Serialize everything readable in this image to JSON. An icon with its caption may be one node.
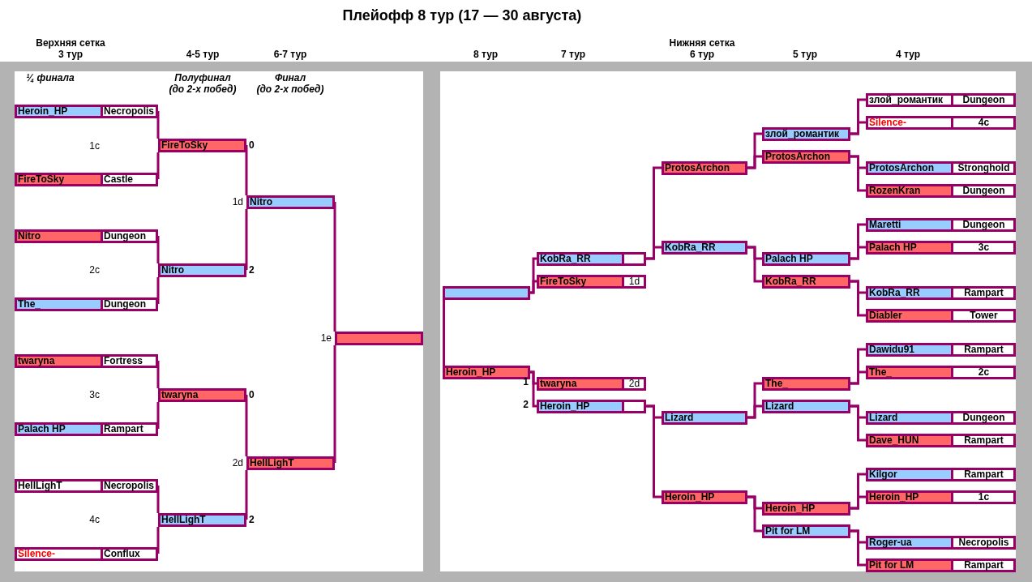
{
  "diagram": {
    "title": "Плейофф 8 тур (17 — 30 августа)",
    "nodes": [
      {
        "text": [
          "Heroin_HP",
          "Necropolis"
        ]
      },
      {
        "text": [
          "FireToSky",
          "Castle"
        ]
      },
      {
        "text": [
          "Nitro",
          "Dungeon"
        ]
      },
      {
        "text": [
          "The_",
          "Dungeon"
        ]
      },
      {
        "text": [
          "twaryna",
          "Fortress"
        ]
      },
      {
        "text": [
          "Palach HP",
          "Rampart"
        ]
      },
      {
        "text": [
          "HellLighT",
          "Necropolis"
        ]
      },
      {
        "text": [
          "Silence-",
          "Conflux"
        ]
      },
      {
        "text": [
          "FireToSky"
        ],
        "beside": [
          "0"
        ]
      },
      {
        "text": [
          "Nitro"
        ],
        "beside": [
          "2"
        ]
      },
      {
        "text": [
          "twaryna"
        ],
        "beside": [
          "0"
        ]
      },
      {
        "text": [
          "HellLighT"
        ],
        "beside": [
          "2"
        ]
      },
      {
        "text": [
          "Nitro"
        ],
        "beside": [
          "1d"
        ]
      },
      {
        "text": [
          "HellLighT"
        ],
        "beside": [
          "2d"
        ]
      },
      {
        "text": [],
        "shape": "bar",
        "beside": [
          "1e"
        ]
      },
      {
        "text": [],
        "shape": "bar"
      },
      {
        "text": [
          "Heroin_HP"
        ]
      },
      {
        "text": [
          "KobRa_RR"
        ]
      },
      {
        "text": [
          "FireToSky",
          "1d"
        ]
      },
      {
        "text": [
          "twaryna",
          "2d"
        ]
      },
      {
        "text": [
          "Heroin_HP"
        ]
      },
      {
        "text": [
          "ProtosArchon"
        ]
      },
      {
        "text": [
          "KobRa_RR"
        ]
      },
      {
        "text": [
          "Lizard"
        ]
      },
      {
        "text": [
          "Heroin_HP"
        ]
      },
      {
        "text": [
          "злой_романтик"
        ]
      },
      {
        "text": [
          "ProtosArchon"
        ]
      },
      {
        "text": [
          "Palach HP"
        ]
      },
      {
        "text": [
          "KobRa_RR"
        ]
      },
      {
        "text": [
          "The_"
        ]
      },
      {
        "text": [
          "Lizard"
        ]
      },
      {
        "text": [
          "Heroin_HP"
        ]
      },
      {
        "text": [
          "Pit for LM"
        ]
      },
      {
        "text": [
          "злой_романтик",
          "Dungeon"
        ]
      },
      {
        "text": [
          "Silence-",
          "4c"
        ]
      },
      {
        "text": [
          "ProtosArchon",
          "Stronghold"
        ]
      },
      {
        "text": [
          "RozenKran",
          "Dungeon"
        ]
      },
      {
        "text": [
          "Maretti",
          "Dungeon"
        ]
      },
      {
        "text": [
          "Palach HP",
          "3c"
        ]
      },
      {
        "text": [
          "KobRa_RR",
          "Rampart"
        ]
      },
      {
        "text": [
          "Diabler",
          "Tower"
        ]
      },
      {
        "text": [
          "Dawidu91",
          "Rampart"
        ]
      },
      {
        "text": [
          "The_",
          "2c"
        ]
      },
      {
        "text": [
          "Lizard",
          "Dungeon"
        ]
      },
      {
        "text": [
          "Dave_HUN",
          "Rampart"
        ]
      },
      {
        "text": [
          "Kilgor",
          "Rampart"
        ]
      },
      {
        "text": [
          "Heroin_HP",
          "1c"
        ]
      },
      {
        "text": [
          "Roger-ua",
          "Necropolis"
        ]
      },
      {
        "text": [
          "Pit for LM",
          "Rampart"
        ]
      }
    ],
    "edges": [
      {
        "from": 0,
        "to": 8,
        "arrow": "none"
      },
      {
        "from": 1,
        "to": 8,
        "arrow": "none"
      },
      {
        "from": 2,
        "to": 9,
        "arrow": "none"
      },
      {
        "from": 3,
        "to": 9,
        "arrow": "none"
      },
      {
        "from": 4,
        "to": 10,
        "arrow": "none"
      },
      {
        "from": 5,
        "to": 10,
        "arrow": "none"
      },
      {
        "from": 6,
        "to": 11,
        "arrow": "none"
      },
      {
        "from": 7,
        "to": 11,
        "arrow": "none"
      },
      {
        "from": 8,
        "to": 12,
        "arrow": "none"
      },
      {
        "from": 9,
        "to": 12,
        "arrow": "none"
      },
      {
        "from": 10,
        "to": 13,
        "arrow": "none"
      },
      {
        "from": 11,
        "to": 13,
        "arrow": "none"
      },
      {
        "from": 12,
        "to": 14,
        "arrow": "none"
      },
      {
        "from": 13,
        "to": 14,
        "arrow": "none"
      },
      {
        "from": 33,
        "to": 25,
        "arrow": "none"
      },
      {
        "from": 34,
        "to": 25,
        "arrow": "none"
      },
      {
        "from": 35,
        "to": 26,
        "arrow": "none"
      },
      {
        "from": 36,
        "to": 26,
        "arrow": "none"
      },
      {
        "from": 37,
        "to": 27,
        "arrow": "none"
      },
      {
        "from": 38,
        "to": 27,
        "arrow": "none"
      },
      {
        "from": 39,
        "to": 28,
        "arrow": "none"
      },
      {
        "from": 40,
        "to": 28,
        "arrow": "none"
      },
      {
        "from": 41,
        "to": 29,
        "arrow": "none"
      },
      {
        "from": 42,
        "to": 29,
        "arrow": "none"
      },
      {
        "from": 43,
        "to": 30,
        "arrow": "none"
      },
      {
        "from": 44,
        "to": 30,
        "arrow": "none"
      },
      {
        "from": 45,
        "to": 31,
        "arrow": "none"
      },
      {
        "from": 46,
        "to": 31,
        "arrow": "none"
      },
      {
        "from": 47,
        "to": 32,
        "arrow": "none"
      },
      {
        "from": 48,
        "to": 32,
        "arrow": "none"
      },
      {
        "from": 25,
        "to": 21,
        "arrow": "none"
      },
      {
        "from": 26,
        "to": 21,
        "arrow": "none"
      },
      {
        "from": 27,
        "to": 22,
        "arrow": "none"
      },
      {
        "from": 28,
        "to": 22,
        "arrow": "none"
      },
      {
        "from": 29,
        "to": 23,
        "arrow": "none"
      },
      {
        "from": 30,
        "to": 23,
        "arrow": "none"
      },
      {
        "from": 31,
        "to": 24,
        "arrow": "none"
      },
      {
        "from": 32,
        "to": 24,
        "arrow": "none"
      },
      {
        "from": 21,
        "to": 17,
        "arrow": "none"
      },
      {
        "from": 22,
        "to": 17,
        "arrow": "none"
      },
      {
        "from": 23,
        "to": 20,
        "arrow": "none"
      },
      {
        "from": 24,
        "to": 20,
        "arrow": "none"
      },
      {
        "from": 17,
        "to": 15,
        "arrow": "none"
      },
      {
        "from": 18,
        "to": 15,
        "arrow": "none"
      },
      {
        "from": 19,
        "to": 16,
        "arrow": "none"
      },
      {
        "from": 20,
        "to": 16,
        "arrow": "none"
      },
      {
        "from": 15,
        "to": 16,
        "arrow": "none"
      }
    ],
    "labels": [
      "Верхняя сетка",
      "Нижняя сетка",
      "3 тур",
      "4-5 тур",
      "6-7 тур",
      "8 тур",
      "7 тур",
      "6 тур",
      "5 тур",
      "4 тур",
      "¼ финала",
      "Полуфинал (до 2-х побед)",
      "Финал (до 2-х побед)",
      "1c",
      "2c",
      "3c",
      "4c",
      "1",
      "2"
    ]
  }
}
